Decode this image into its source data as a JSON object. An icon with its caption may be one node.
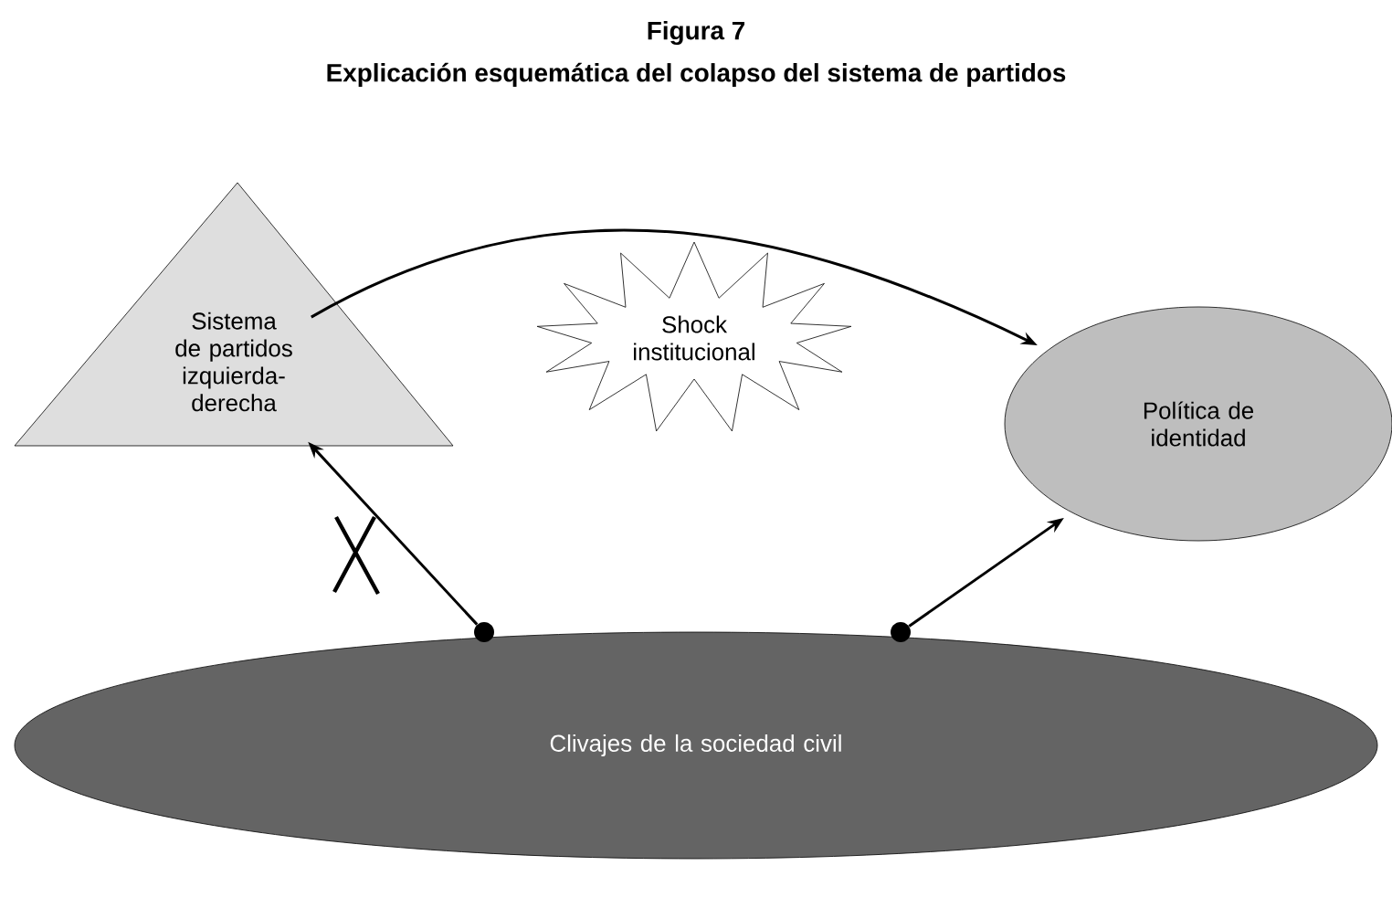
{
  "diagram": {
    "title": "Figura 7",
    "caption": "Explicación esquemática del colapso del sistema de partidos",
    "nodes": [
      {
        "text": [
          "Sistema de partidos izquierda-derecha"
        ]
      },
      {
        "text": [
          "Shock institucional"
        ]
      },
      {
        "text": [
          "Política de identidad"
        ]
      },
      {
        "text": [
          "Clivajes de la sociedad civil"
        ]
      },
      {
        "text": [],
        "shape": "circle"
      },
      {
        "text": [],
        "shape": "circle"
      }
    ],
    "edges": [
      {
        "from": 0,
        "to": 2,
        "arrow": "to"
      },
      {
        "from": 4,
        "to": 0,
        "arrow": "to"
      },
      {
        "from": 5,
        "to": 2,
        "arrow": "to"
      }
    ]
  }
}
